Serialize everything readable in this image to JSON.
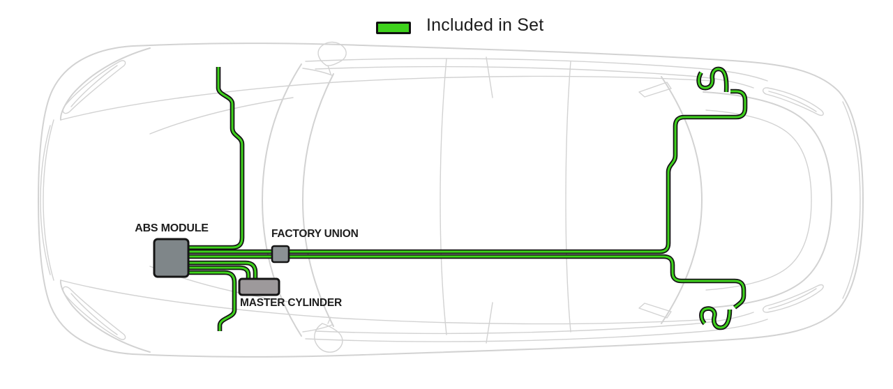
{
  "legend": {
    "label": "Included in Set"
  },
  "labels": {
    "abs_module": "ABS MODULE",
    "factory_union": "FACTORY UNION",
    "master_cylinder": "MASTER CYLINDER"
  },
  "colors": {
    "line_green": "#3ed21c",
    "line_outline": "#141414",
    "car_stroke": "#d2d2d2",
    "abs_fill": "#7f8689",
    "union_fill": "#8b9194",
    "mc_fill": "#9d999b"
  },
  "diagram": {
    "type": "brake-line-set-diagram",
    "vehicle_view": "top-down sedan, front at left",
    "components": [
      "ABS MODULE",
      "FACTORY UNION",
      "MASTER CYLINDER"
    ],
    "routes": [
      {
        "name": "front-left line",
        "from": "ABS MODULE",
        "to": "front of car (upper side)",
        "included_in_set": true
      },
      {
        "name": "front-right line",
        "from": "ABS MODULE",
        "to": "front of car (lower side)",
        "included_in_set": true
      },
      {
        "name": "rear line A",
        "from": "ABS MODULE",
        "via": "FACTORY UNION",
        "to": "rear upper pigtail hose",
        "included_in_set": true
      },
      {
        "name": "rear line B",
        "from": "ABS MODULE",
        "via": "FACTORY UNION",
        "to": "rear lower pigtail hose",
        "included_in_set": true
      },
      {
        "name": "master cylinder feed 1",
        "from": "ABS MODULE",
        "to": "MASTER CYLINDER",
        "included_in_set": true
      },
      {
        "name": "master cylinder feed 2",
        "from": "ABS MODULE",
        "to": "MASTER CYLINDER",
        "included_in_set": true
      }
    ]
  }
}
